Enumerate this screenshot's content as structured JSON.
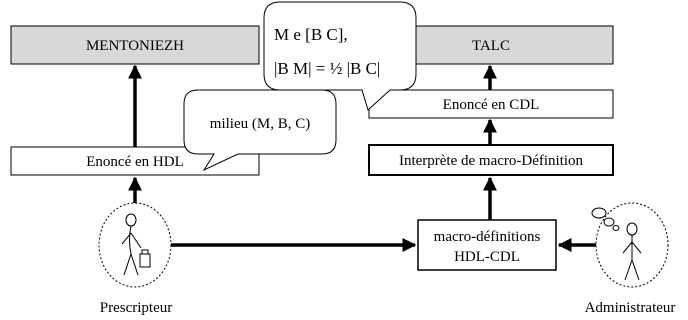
{
  "diagram": {
    "box_mentoniezh": "MENTONIEZH",
    "box_talc": "TALC",
    "box_enonce_hdl": "Enoncé en HDL",
    "box_enonce_cdl": "Enoncé en CDL",
    "box_interprete": "Interprète de macro-Définition",
    "box_macro_line1": "macro-définitions",
    "box_macro_line2": "HDL-CDL",
    "bubble_milieu": "milieu (M, B, C)",
    "bubble_talc_line1": "M e [B C],",
    "bubble_talc_line2": "|B M| = ½ |B C|",
    "actor_prescripteur": "Prescripteur",
    "actor_administrateur": "Administrateur"
  },
  "colors": {
    "box_header_fill": "#d8d8d8",
    "stroke": "#000000",
    "background": "#ffffff"
  }
}
